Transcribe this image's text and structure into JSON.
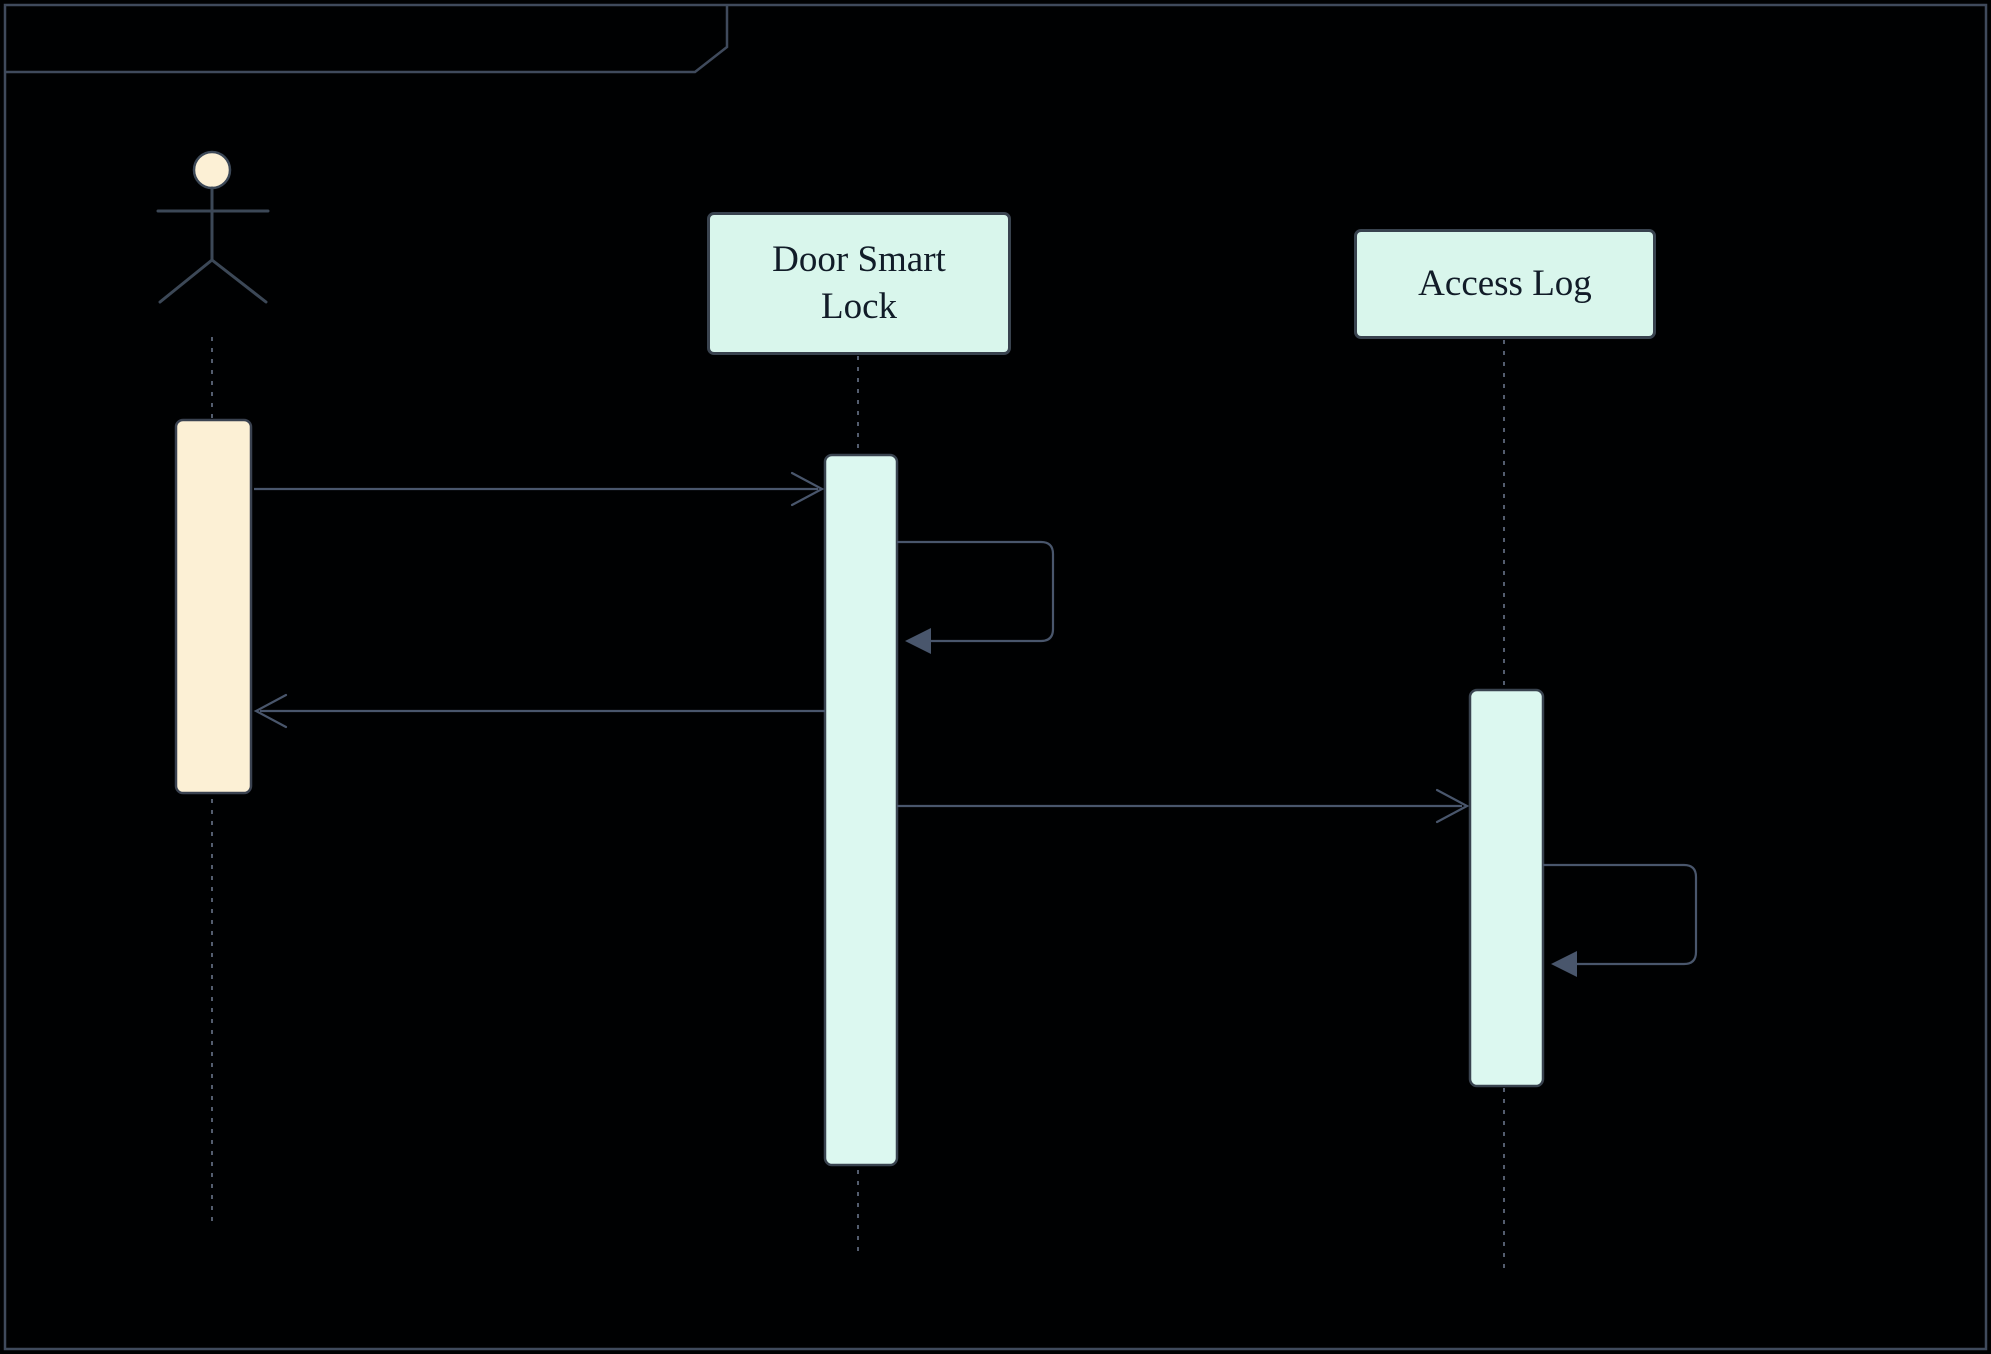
{
  "frame": {
    "title": "",
    "shape": "uml-frame-with-pentagon-tab"
  },
  "diagram_type": "uml-sequence-diagram",
  "participants": [
    {
      "id": "user",
      "kind": "actor",
      "label": ""
    },
    {
      "id": "door-smart-lock",
      "kind": "lifeline",
      "label": "Door Smart Lock"
    },
    {
      "id": "access-log",
      "kind": "lifeline",
      "label": "Access Log"
    }
  ],
  "activations": [
    {
      "participant": "user",
      "style": "cream"
    },
    {
      "participant": "door-smart-lock",
      "style": "mint"
    },
    {
      "participant": "access-log",
      "style": "mint"
    }
  ],
  "messages": [
    {
      "from": "user",
      "to": "door-smart-lock",
      "kind": "sync-open-arrow",
      "label": ""
    },
    {
      "from": "door-smart-lock",
      "to": "door-smart-lock",
      "kind": "self-loop-filled-arrow",
      "label": ""
    },
    {
      "from": "door-smart-lock",
      "to": "user",
      "kind": "reply-open-arrow",
      "label": ""
    },
    {
      "from": "door-smart-lock",
      "to": "access-log",
      "kind": "sync-open-arrow",
      "label": ""
    },
    {
      "from": "access-log",
      "to": "access-log",
      "kind": "self-loop-filled-arrow",
      "label": ""
    }
  ],
  "colors": {
    "background": "#000102",
    "frame_border": "#3f4a5c",
    "message_line": "#49566c",
    "lifeline_dash": "#68748a",
    "actor_fill": "#fcf0d5",
    "activation_user_fill": "#fcf0d5",
    "activation_system_fill": "#dcf8f0",
    "participant_box_fill": "#d9f6ec",
    "participant_box_border": "#39434f",
    "text": "#111c28"
  }
}
